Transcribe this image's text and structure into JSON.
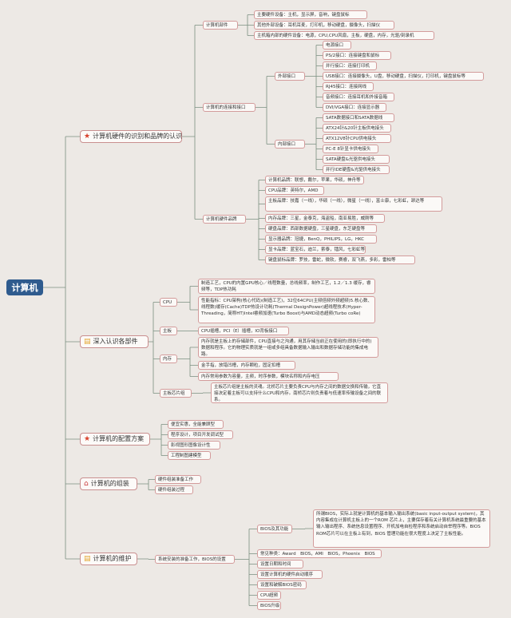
{
  "root": "计算机",
  "branches": [
    {
      "label": "计算机硬件的识别和品牌的认识",
      "icon": "star-icon",
      "icon_glyph": "★"
    },
    {
      "label": "深入认识各部件",
      "icon": "note-icon",
      "icon_glyph": "▤"
    },
    {
      "label": "计算机的配置方案",
      "icon": "star-icon",
      "icon_glyph": "★"
    },
    {
      "label": "计算机的组装",
      "icon": "house-icon",
      "icon_glyph": "⌂"
    },
    {
      "label": "计算机的维护",
      "icon": "note-icon",
      "icon_glyph": "▤"
    }
  ],
  "b1": {
    "parts": {
      "label": "计算机部件",
      "items": [
        "主要硬件设备：主机，显示屏，音响，键盘鼠标",
        "其他外部设备：耳机耳麦，打印机，移动硬盘，摄像头，扫描仪",
        "主机箱内部的硬件设备：电源，CPU,CPU风扇，主板，硬盘，内存，光驱/刻录机"
      ]
    },
    "conn": {
      "label": "计算机的连接和接口",
      "external": {
        "label": "外部接口",
        "items": [
          "电源接口",
          "PS/2接口：连接键盘和鼠标",
          "并行接口：连接打印机",
          "USB接口：连接摄像头，U盘，移动硬盘，扫描仪，打印机，键盘鼠标等",
          "RJ45接口：连接网线",
          "音频接口：连接耳机和外接音箱",
          "DVI/VGA接口：连接显示器"
        ]
      },
      "internal": {
        "label": "内部接口",
        "items": [
          "SATA数据接口和SATA数据线",
          "ATX24针&20针主板供电接头",
          "ATX12V8针CPU供电接头",
          "PC-E 8针显卡供电接头",
          "SATA硬盘&光驱供电接头",
          "并行IDE硬盘&光驱供电接头"
        ]
      }
    },
    "brands": {
      "label": "计算机硬件品牌",
      "items": [
        "计算机品牌：联想，戴尔，苹果，华硕，神舟等",
        "CPU品牌：英特尔，AMD",
        "主板品牌：技嘉（一线），华硕（一线），微星（一线），富士康，七彩虹，昂达等",
        "内存品牌：三星，金泰克，海盗船，南亚易胜，威刚等",
        "硬盘品牌：西部数据硬盘，三星硬盘，东芝硬盘等",
        "显示器品牌：冠捷，BenQ，PHILIPS，LG，HKC",
        "显卡品牌：蓝宝石，迪兰，索泰，镭风，七彩虹等",
        "键盘鼠标品牌：罗技，雷蛇，微软，赛睿，双飞燕，多彩，雷柏等"
      ]
    }
  },
  "b2": {
    "cpu": {
      "label": "CPU",
      "items": [
        "制造工艺，CPU的内置GPU核心／线程数量，总线频率，制作工艺，1.2／1.3 缓存，睿频等，TDP热功耗",
        "性能指标：CPU架构(核心代码)(制造工艺)，32位64CPU(主频倍频外频超频)5.核心数、线程数(缓存(Cache)TDP热设计功耗(Thermal DesignPower)超线程技术(Hyper-Threading，简称HT)Intel睿频加速(Turbo Boost)与AMD动态超频(Turbo coRe)"
      ]
    },
    "board": {
      "label": "主板",
      "items": [
        "CPU插槽，PCI（E）插槽，IO背板接口"
      ]
    },
    "memory": {
      "label": "内存",
      "items": [
        "内存就是主板上的存储部件，CPU直接与之沟通，用其存储当前正在使用的(即执行中的)数据和程序。它的物理实质就是一组或多组具备数据输入输出和数据存储功能的集成电路。",
        "金手指，放错凹槽，内存颗粒，固定扣槽",
        "内存常用参数为容量，主频，时序参数，模块名称和内存电压"
      ]
    },
    "chipset": {
      "label": "主板芯片组",
      "items": [
        "主板芯片组是主板的灵魂。北桥芯片主要负责CPU与内存之间的数据交换和传输，它直接决定着主板可以支持什么CPU和内存。南桥芯片则负责着与低速率传输设备之间的联系。"
      ]
    }
  },
  "b3": {
    "items": [
      "便宜实惠，全能兼顾型",
      "程序设计，项目开发调试型",
      "影视图形图像设计性",
      "工程制图建模型"
    ]
  },
  "b4": {
    "items": [
      "硬件组装准备工作",
      "硬件组装过程"
    ]
  },
  "b5": {
    "label": "系统安装的准备工作，BIOS的设置",
    "bios_intro": {
      "label": "BIOS及其功能",
      "text": "所谓BIOS，实际上就是计算机的基本输入输出系统(basic input-output system)，其内容集成在计算机主板上的一个ROM 芯片上，主要保存着有关计算机系统最重要的基本输入输出程序、系统信息设置程序、开机加电自检程序和系统启动自举程序等。BIOS ROM芯片可以在主板上有到，BIOS 管理功能在很大程度上决定了主板性能。"
    },
    "items": [
      "常见种类：Award　BIOS，AMI　BIOS，Phoenix　BIOS",
      "设置日期和时间",
      "设置计算机的硬件启动顺序",
      "设置和破解BIOS密码",
      "CPU超频",
      "BIOS升级"
    ]
  }
}
